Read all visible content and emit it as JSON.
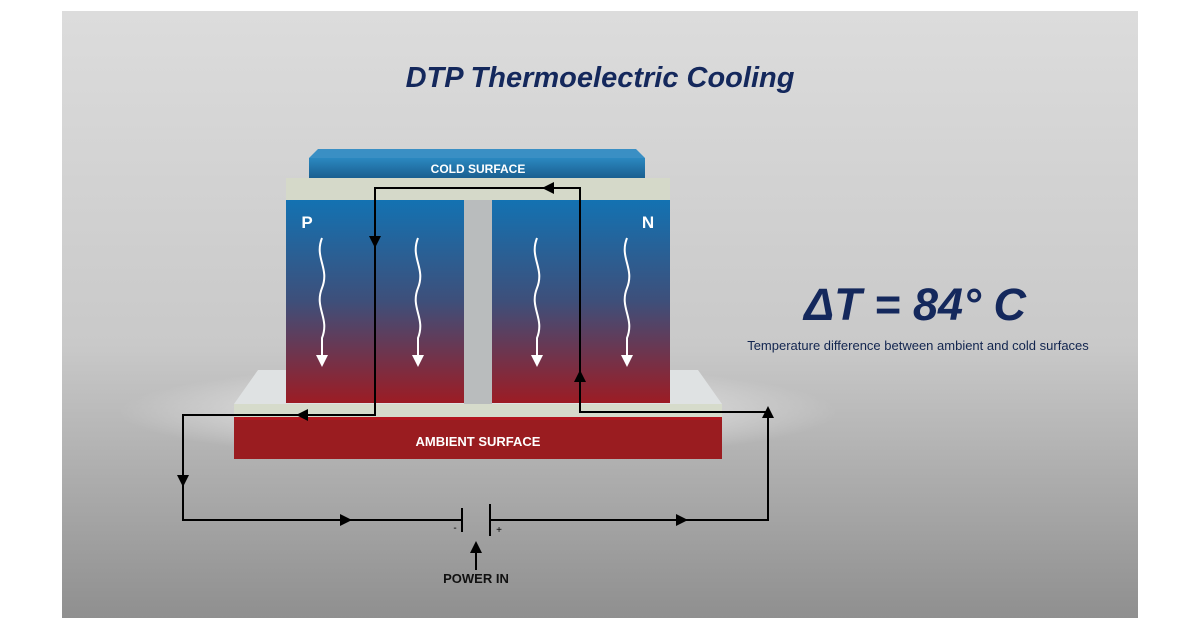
{
  "title": "DTP Thermoelectric Cooling",
  "cold_surface_label": "COLD SURFACE",
  "ambient_surface_label": "AMBIENT SURFACE",
  "p_label": "P",
  "n_label": "N",
  "delta_t": "ΔT = 84° C",
  "delta_t_caption": "Temperature difference between ambient and cold surfaces",
  "power_label": "POWER IN",
  "battery_minus": "-",
  "battery_plus": "+",
  "colors": {
    "title": "#14285c",
    "cold_blue": "#1d71a8",
    "hot_red": "#9a1c20",
    "plate": "#d8dccd",
    "circuit": "#000000"
  }
}
